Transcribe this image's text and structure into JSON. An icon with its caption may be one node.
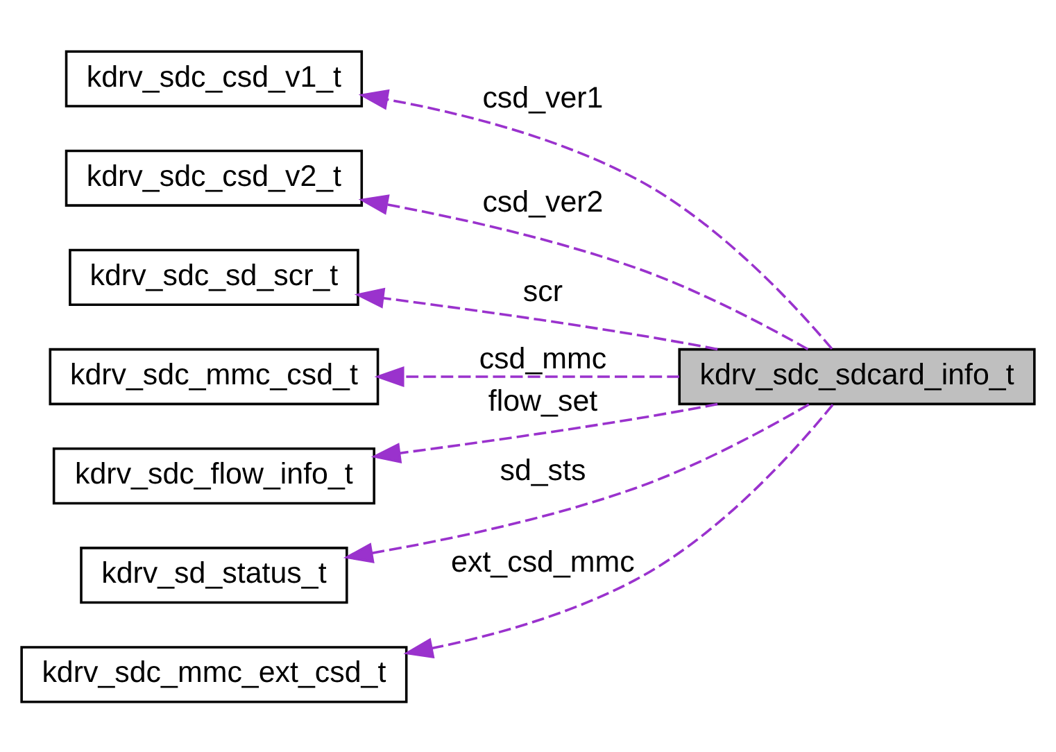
{
  "diagram": {
    "nodes": [
      {
        "text": [
          "kdrv_sdc_csd_v1_t"
        ]
      },
      {
        "text": [
          "kdrv_sdc_csd_v2_t"
        ]
      },
      {
        "text": [
          "kdrv_sdc_sd_scr_t"
        ]
      },
      {
        "text": [
          "kdrv_sdc_mmc_csd_t"
        ]
      },
      {
        "text": [
          "kdrv_sdc_flow_info_t"
        ]
      },
      {
        "text": [
          "kdrv_sd_status_t"
        ]
      },
      {
        "text": [
          "kdrv_sdc_mmc_ext_csd_t"
        ]
      },
      {
        "text": [
          "kdrv_sdc_sdcard_info_t"
        ]
      }
    ],
    "edges": [
      {
        "from": 7,
        "to": 0,
        "arrow": "to",
        "label": "csd_ver1",
        "style": "dashed",
        "color": "#9a32cd"
      },
      {
        "from": 7,
        "to": 1,
        "arrow": "to",
        "label": "csd_ver2",
        "style": "dashed",
        "color": "#9a32cd"
      },
      {
        "from": 7,
        "to": 2,
        "arrow": "to",
        "label": "scr",
        "style": "dashed",
        "color": "#9a32cd"
      },
      {
        "from": 7,
        "to": 3,
        "arrow": "to",
        "label": "csd_mmc",
        "style": "dashed",
        "color": "#9a32cd"
      },
      {
        "from": 7,
        "to": 4,
        "arrow": "to",
        "label": "flow_set",
        "style": "dashed",
        "color": "#9a32cd"
      },
      {
        "from": 7,
        "to": 5,
        "arrow": "to",
        "label": "sd_sts",
        "style": "dashed",
        "color": "#9a32cd"
      },
      {
        "from": 7,
        "to": 6,
        "arrow": "to",
        "label": "ext_csd_mmc",
        "style": "dashed",
        "color": "#9a32cd"
      }
    ]
  }
}
